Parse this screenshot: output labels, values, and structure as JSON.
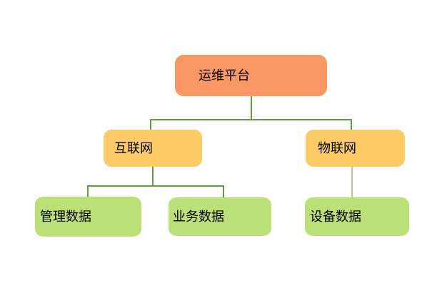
{
  "diagram": {
    "title": "ops-platform-data-sources-tree",
    "colors": {
      "background": "#ffffff",
      "root_fill": "#F99865",
      "level2_fill": "#FDCB66",
      "level3_fill": "#BCE078",
      "connector": "#5BA13B",
      "connector_light": "#A9D18E",
      "text": "#000000"
    },
    "nodes": [
      {
        "id": "root",
        "label": "运维平台",
        "level": 1
      },
      {
        "id": "internet",
        "label": "互联网",
        "level": 2
      },
      {
        "id": "iot",
        "label": "物联网",
        "level": 2
      },
      {
        "id": "mgmt",
        "label": "管理数据",
        "level": 3
      },
      {
        "id": "business",
        "label": "业务数据",
        "level": 3
      },
      {
        "id": "device",
        "label": "设备数据",
        "level": 3
      }
    ],
    "edges": [
      {
        "from": "运维平台",
        "to": "互联网"
      },
      {
        "from": "运维平台",
        "to": "物联网"
      },
      {
        "from": "互联网",
        "to": "管理数据"
      },
      {
        "from": "互联网",
        "to": "业务数据"
      },
      {
        "from": "物联网",
        "to": "设备数据"
      }
    ]
  }
}
